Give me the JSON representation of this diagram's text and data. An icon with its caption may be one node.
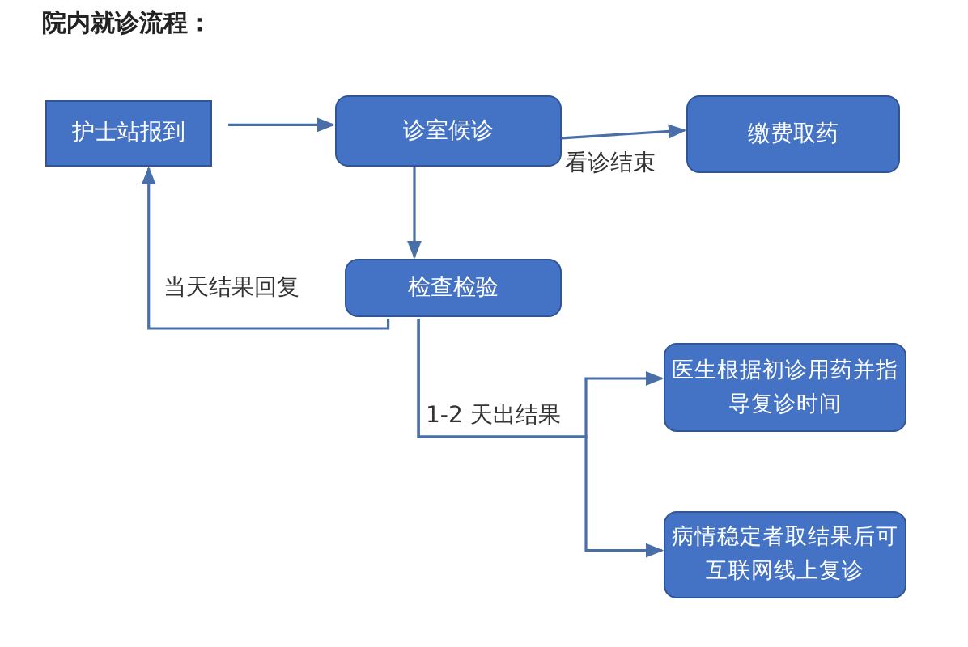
{
  "diagram": {
    "title": "院内就诊流程：",
    "nodes": [
      {
        "text": [
          "护士站报到"
        ]
      },
      {
        "text": [
          "诊室候诊"
        ]
      },
      {
        "text": [
          "缴费取药"
        ]
      },
      {
        "text": [
          "检查检验"
        ]
      },
      {
        "text": [
          "医生根据初诊用药并指导复诊时间"
        ]
      },
      {
        "text": [
          "病情稳定者取结果后可互联网线上复诊"
        ]
      }
    ],
    "edges": [
      {
        "from": 0,
        "to": 1,
        "arrow": "to"
      },
      {
        "from": 1,
        "to": 2,
        "arrow": "to",
        "label": "看诊结束"
      },
      {
        "from": 1,
        "to": 3,
        "arrow": "to"
      },
      {
        "from": 3,
        "to": 0,
        "arrow": "to",
        "label": "当天结果回复"
      },
      {
        "from": 3,
        "to": 4,
        "arrow": "to",
        "label": "1-2 天出结果"
      },
      {
        "from": 3,
        "to": 5,
        "arrow": "to"
      }
    ]
  }
}
